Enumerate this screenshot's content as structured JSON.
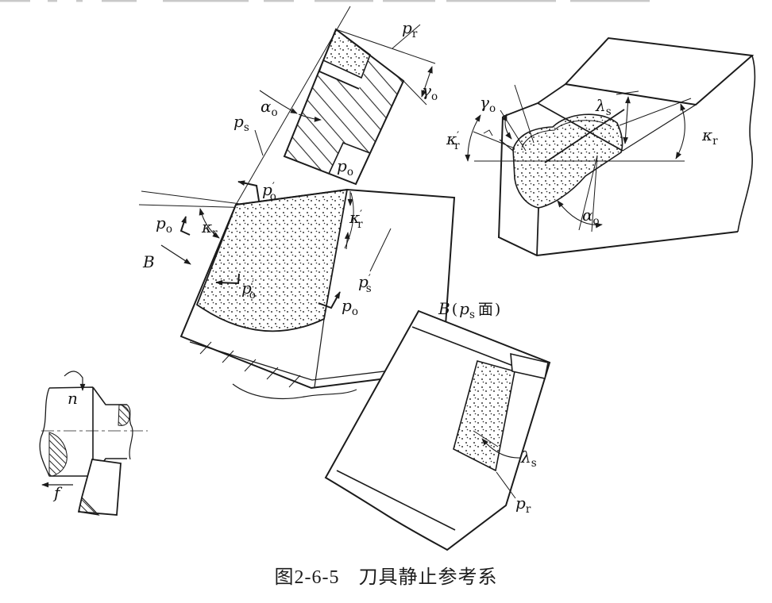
{
  "page": {
    "caption_fig": "图2-6-5",
    "caption_title": "刀具静止参考系"
  },
  "sym": {
    "p_r": {
      "base": "p",
      "sub": "r"
    },
    "p_s": {
      "base": "p",
      "sub": "s"
    },
    "p_o": {
      "base": "p",
      "sub": "o"
    },
    "p_o_prime": {
      "base": "p",
      "prime": "′",
      "sub": "o"
    },
    "p_s_prime": {
      "base": "p",
      "prime": "′",
      "sub": "s"
    },
    "gamma_o": {
      "base": "γ",
      "sub": "o"
    },
    "alpha_o": {
      "base": "α",
      "sub": "o"
    },
    "kappa_r": {
      "base": "κ",
      "sub": "r"
    },
    "kappa_r_prime": {
      "base": "κ",
      "prime": "′",
      "sub": "r"
    },
    "lambda_s": {
      "base": "λ",
      "sub": "s"
    },
    "B": {
      "base": "B"
    },
    "n": {
      "base": "n"
    },
    "f": {
      "base": "f"
    }
  },
  "section_b": {
    "prefix": "B",
    "open": "(",
    "sym_base": "p",
    "sym_sub": "s",
    "cjk": "面",
    "close": ")"
  }
}
